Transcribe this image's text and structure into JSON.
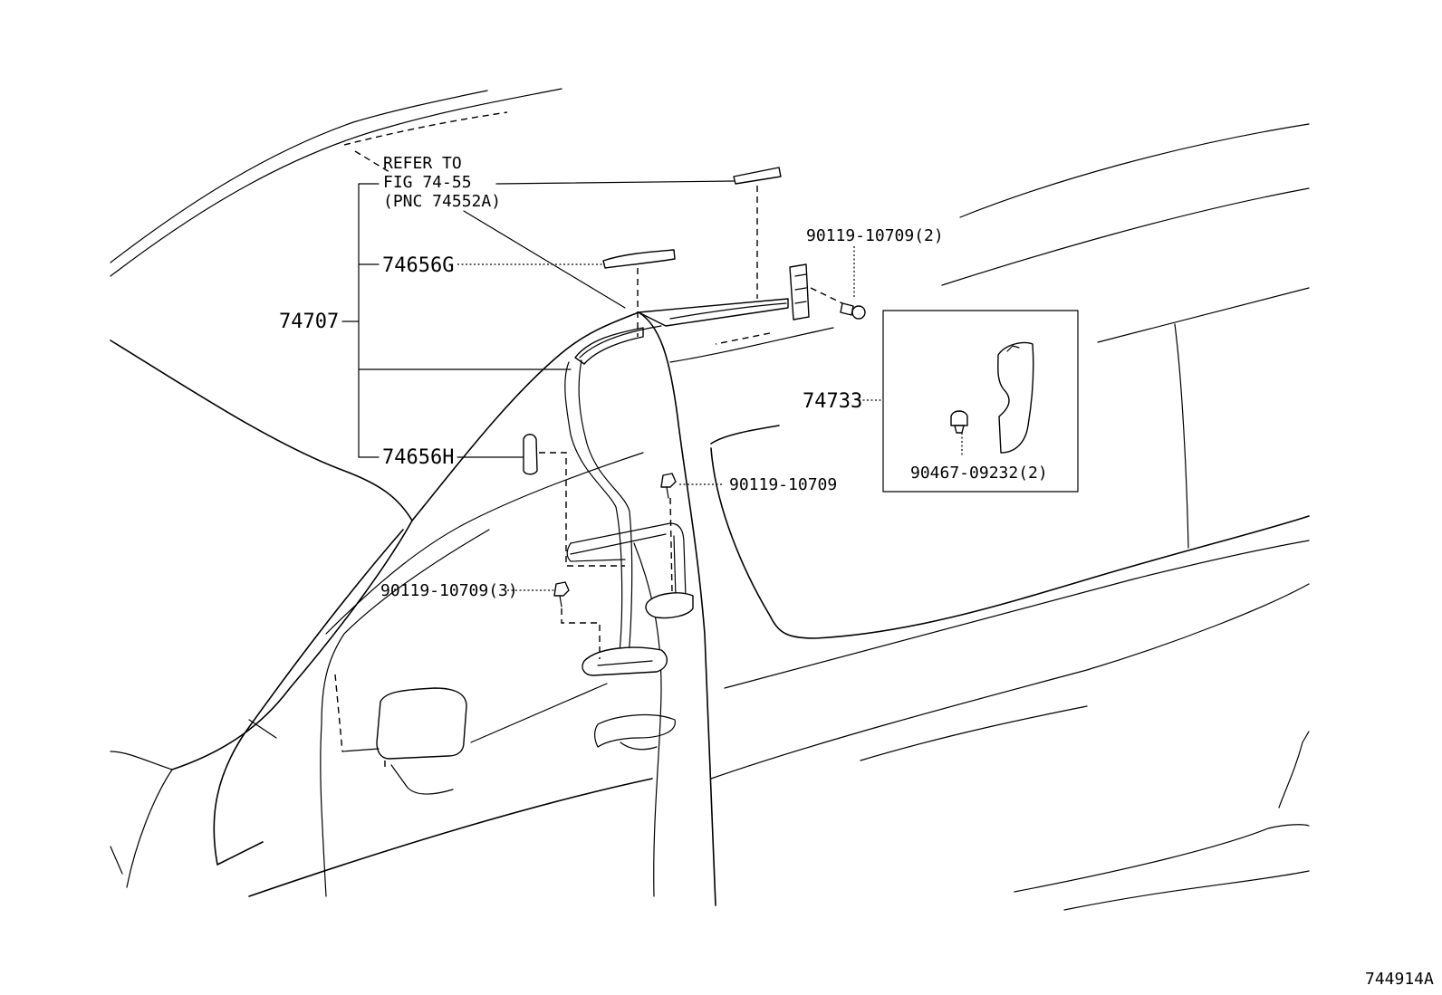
{
  "diagram": {
    "refer_note": {
      "line1": "REFER TO",
      "line2": "FIG 74-55",
      "line3": "(PNC 74552A)"
    },
    "labels": {
      "assembly": "74707",
      "part_g": "74656G",
      "part_h": "74656H",
      "bolt_top": "90119-10709(2)",
      "bolt_mid": "90119-10709",
      "bolt_lower": "90119-10709(3)",
      "cover": "74733",
      "clip": "90467-09232(2)"
    },
    "figure_id": "744914A"
  }
}
